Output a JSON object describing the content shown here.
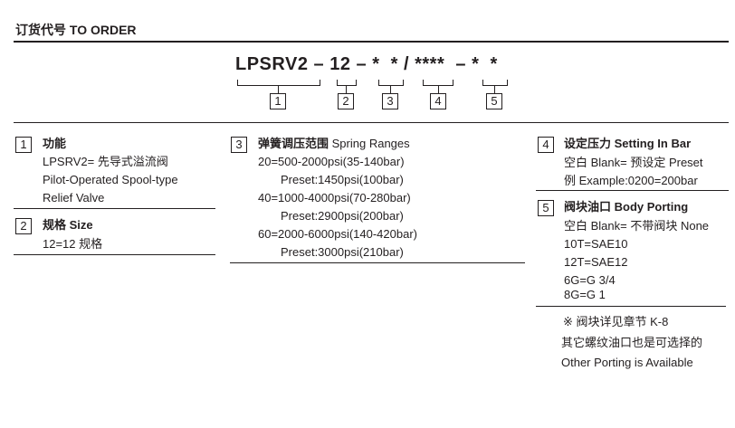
{
  "header": {
    "title": "订货代号 TO ORDER"
  },
  "code": {
    "model": "LPSRV2",
    "dash1": "–",
    "size": "12",
    "dash2": "–",
    "spring_a": "*",
    "spring_b": "*",
    "slash": "/",
    "setting": "****",
    "dash3": "–",
    "port_a": "*",
    "port_b": "*"
  },
  "callouts": [
    "1",
    "2",
    "3",
    "4",
    "5"
  ],
  "function": {
    "num": "1",
    "title": "功能",
    "lines": [
      "LPSRV2= 先导式溢流阀",
      "Pilot-Operated Spool-type",
      "Relief Valve"
    ]
  },
  "size": {
    "num": "2",
    "title_cn": "规格",
    "title_en": "Size",
    "lines": [
      "12=12 规格"
    ]
  },
  "spring": {
    "num": "3",
    "title_cn": "弹簧调压范围",
    "title_en": "Spring Ranges",
    "lines": [
      "20=500-2000psi(35-140bar)",
      "Preset:1450psi(100bar)",
      "40=1000-4000psi(70-280bar)",
      "Preset:2900psi(200bar)",
      "60=2000-6000psi(140-420bar)",
      "Preset:3000psi(210bar)"
    ]
  },
  "setting": {
    "num": "4",
    "title_cn": "设定压力",
    "title_en": "Setting In Bar",
    "lines": [
      "空白 Blank= 预设定 Preset",
      "例 Example:0200=200bar"
    ]
  },
  "porting": {
    "num": "5",
    "title_cn": "阀块油口",
    "title_en": "Body Porting",
    "lines": [
      "空白 Blank= 不带阀块 None",
      "10T=SAE10",
      "12T=SAE12",
      "6G=G 3/4",
      "8G=G 1"
    ]
  },
  "notes": [
    "※ 阀块详见章节 K-8",
    "其它螺纹油口也是可选择的",
    "Other Porting is Available"
  ]
}
